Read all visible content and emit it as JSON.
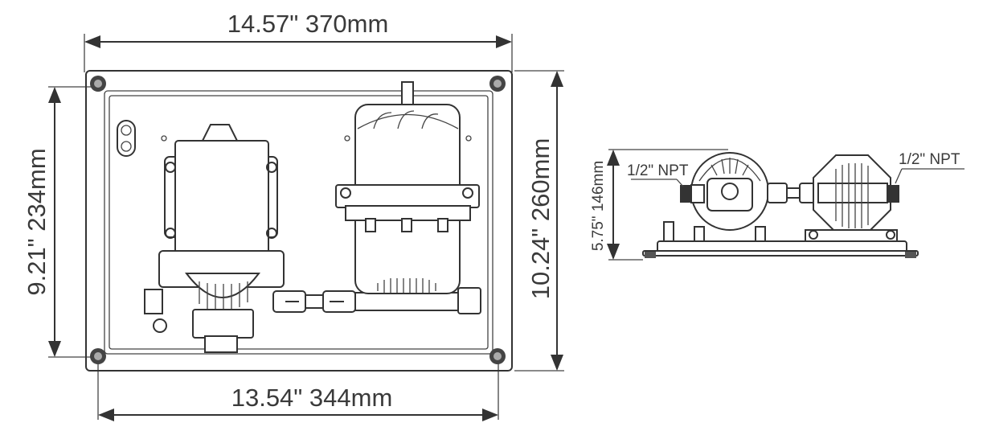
{
  "front_view": {
    "width_outer": "14.57\" 370mm",
    "width_mount": "13.54\" 344mm",
    "height_mount": "9.21\" 234mm",
    "height_outer": "10.24\" 260mm"
  },
  "side_view": {
    "height": "5.75\" 146mm",
    "inlet_port": "1/2\" NPT",
    "outlet_port": "1/2\" NPT"
  },
  "colors": {
    "line": "#333333",
    "text": "#3a3a3a",
    "background": "#ffffff"
  }
}
